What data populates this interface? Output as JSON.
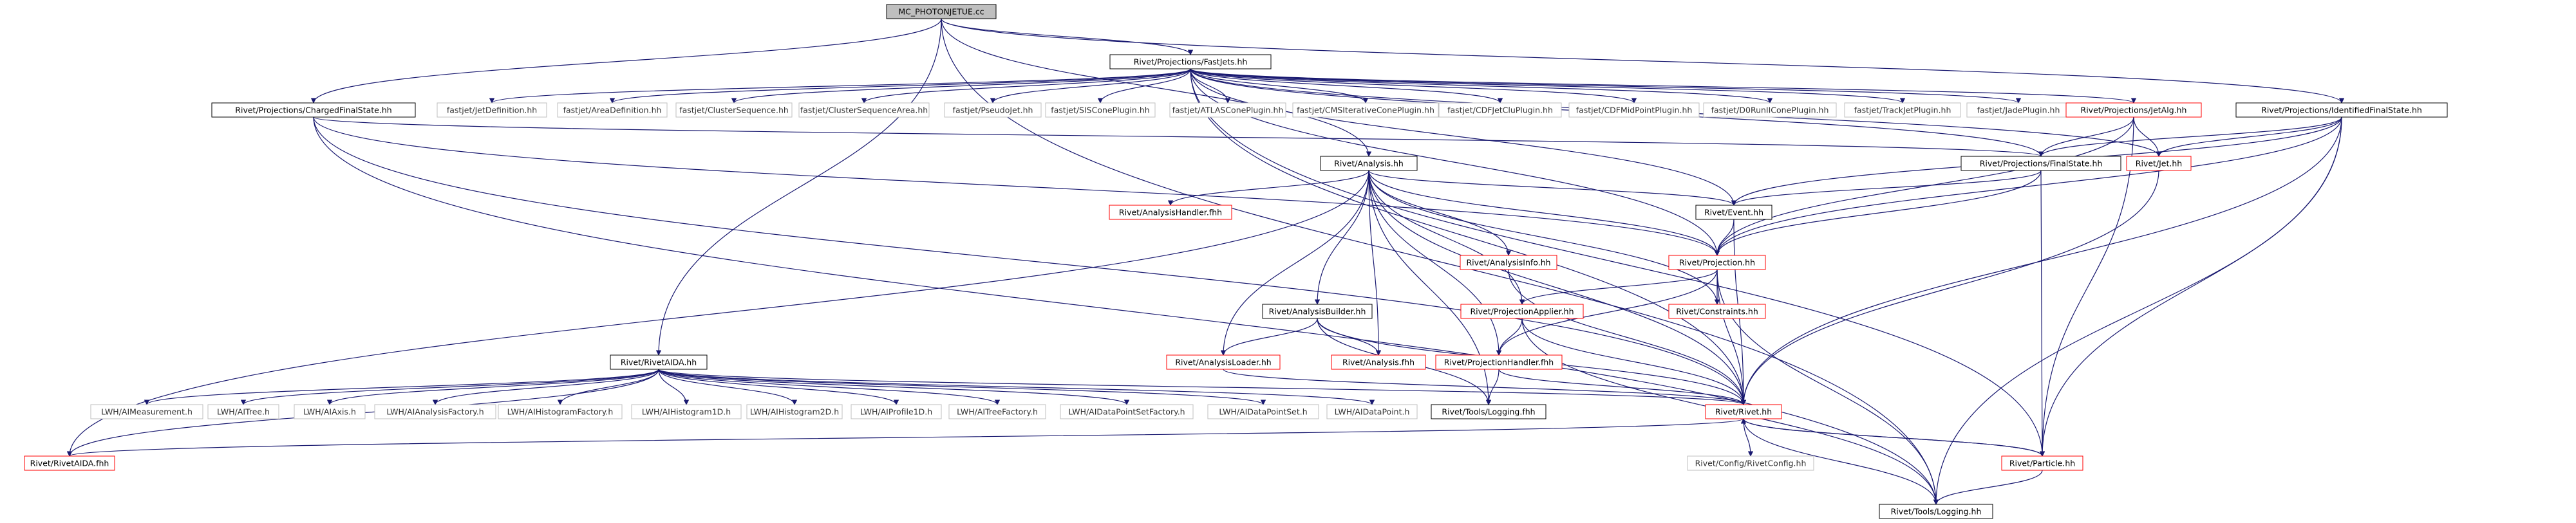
{
  "colors": {
    "edge": "#191970",
    "edge_dark": "#191970",
    "root_fill": "#bfbfbf",
    "box_black": "#000000",
    "box_red": "#ff0000",
    "box_gray": "#bfbfbf",
    "text": "#000000"
  },
  "nodes": {
    "root": {
      "label": "MC_PHOTONJETUE.cc",
      "style": "root"
    },
    "fastjets": {
      "label": "Rivet/Projections/FastJets.hh",
      "style": "black"
    },
    "chargedfs": {
      "label": "Rivet/Projections/ChargedFinalState.hh",
      "style": "black"
    },
    "jetdef": {
      "label": "fastjet/JetDefinition.hh",
      "style": "gray"
    },
    "areadef": {
      "label": "fastjet/AreaDefinition.hh",
      "style": "gray"
    },
    "clseq": {
      "label": "fastjet/ClusterSequence.hh",
      "style": "gray"
    },
    "clseqarea": {
      "label": "fastjet/ClusterSequenceArea.hh",
      "style": "gray"
    },
    "pseudojet": {
      "label": "fastjet/PseudoJet.hh",
      "style": "gray"
    },
    "siscone": {
      "label": "fastjet/SISConePlugin.hh",
      "style": "gray"
    },
    "atlascone": {
      "label": "fastjet/ATLASConePlugin.hh",
      "style": "gray"
    },
    "cmsiter": {
      "label": "fastjet/CMSIterativeConePlugin.hh",
      "style": "gray"
    },
    "cdfjetclu": {
      "label": "fastjet/CDFJetCluPlugin.hh",
      "style": "gray"
    },
    "cdfmid": {
      "label": "fastjet/CDFMidPointPlugin.hh",
      "style": "gray"
    },
    "d0run": {
      "label": "fastjet/D0RunIIConePlugin.hh",
      "style": "gray"
    },
    "trackjet": {
      "label": "fastjet/TrackJetPlugin.hh",
      "style": "gray"
    },
    "jade": {
      "label": "fastjet/JadePlugin.hh",
      "style": "gray"
    },
    "jetalg": {
      "label": "Rivet/Projections/JetAlg.hh",
      "style": "red"
    },
    "idfs": {
      "label": "Rivet/Projections/IdentifiedFinalState.hh",
      "style": "black"
    },
    "analysis": {
      "label": "Rivet/Analysis.hh",
      "style": "black"
    },
    "finalstate": {
      "label": "Rivet/Projections/FinalState.hh",
      "style": "black"
    },
    "jet": {
      "label": "Rivet/Jet.hh",
      "style": "red"
    },
    "analysishandler": {
      "label": "Rivet/AnalysisHandler.fhh",
      "style": "red"
    },
    "event": {
      "label": "Rivet/Event.hh",
      "style": "black"
    },
    "analysisinfo": {
      "label": "Rivet/AnalysisInfo.hh",
      "style": "red"
    },
    "projection": {
      "label": "Rivet/Projection.hh",
      "style": "red"
    },
    "constraints": {
      "label": "Rivet/Constraints.hh",
      "style": "red"
    },
    "analysisbuilder": {
      "label": "Rivet/AnalysisBuilder.hh",
      "style": "black"
    },
    "projapplier": {
      "label": "Rivet/ProjectionApplier.hh",
      "style": "red"
    },
    "analysisloader": {
      "label": "Rivet/AnalysisLoader.hh",
      "style": "red"
    },
    "analysisfhh": {
      "label": "Rivet/Analysis.fhh",
      "style": "red"
    },
    "projhandler": {
      "label": "Rivet/ProjectionHandler.fhh",
      "style": "red"
    },
    "rivetaida": {
      "label": "Rivet/RivetAIDA.hh",
      "style": "black"
    },
    "imeasurement": {
      "label": "LWH/AIMeasurement.h",
      "style": "gray"
    },
    "itree": {
      "label": "LWH/AITree.h",
      "style": "gray"
    },
    "iaxis": {
      "label": "LWH/AIAxis.h",
      "style": "gray"
    },
    "ianalysisfactory": {
      "label": "LWH/AIAnalysisFactory.h",
      "style": "gray"
    },
    "ihistfactory": {
      "label": "LWH/AIHistogramFactory.h",
      "style": "gray"
    },
    "ihist1d": {
      "label": "LWH/AIHistogram1D.h",
      "style": "gray"
    },
    "ihist2d": {
      "label": "LWH/AIHistogram2D.h",
      "style": "gray"
    },
    "iprofile1d": {
      "label": "LWH/AIProfile1D.h",
      "style": "gray"
    },
    "itreefactory": {
      "label": "LWH/AITreeFactory.h",
      "style": "gray"
    },
    "idpsfactory": {
      "label": "LWH/AIDataPointSetFactory.h",
      "style": "gray"
    },
    "idps": {
      "label": "LWH/AIDataPointSet.h",
      "style": "gray"
    },
    "idp": {
      "label": "LWH/AIDataPoint.h",
      "style": "gray"
    },
    "toolslogfhh": {
      "label": "Rivet/Tools/Logging.fhh",
      "style": "black"
    },
    "rivethh": {
      "label": "Rivet/Rivet.hh",
      "style": "red"
    },
    "rivetaidafhh": {
      "label": "Rivet/RivetAIDA.fhh",
      "style": "red"
    },
    "rivetconfig": {
      "label": "Rivet/Config/RivetConfig.hh",
      "style": "gray"
    },
    "particle": {
      "label": "Rivet/Particle.hh",
      "style": "red"
    },
    "toolslog": {
      "label": "Rivet/Tools/Logging.hh",
      "style": "black"
    }
  },
  "edges": [
    [
      "root",
      "fastjets"
    ],
    [
      "root",
      "chargedfs"
    ],
    [
      "root",
      "analysis"
    ],
    [
      "root",
      "rivetaida"
    ],
    [
      "root",
      "toolslog"
    ],
    [
      "root",
      "idfs"
    ],
    [
      "fastjets",
      "jetdef"
    ],
    [
      "fastjets",
      "areadef"
    ],
    [
      "fastjets",
      "clseq"
    ],
    [
      "fastjets",
      "clseqarea"
    ],
    [
      "fastjets",
      "pseudojet"
    ],
    [
      "fastjets",
      "siscone"
    ],
    [
      "fastjets",
      "atlascone"
    ],
    [
      "fastjets",
      "cmsiter"
    ],
    [
      "fastjets",
      "cdfjetclu"
    ],
    [
      "fastjets",
      "cdfmid"
    ],
    [
      "fastjets",
      "d0run"
    ],
    [
      "fastjets",
      "trackjet"
    ],
    [
      "fastjets",
      "jade"
    ],
    [
      "fastjets",
      "jetalg"
    ],
    [
      "fastjets",
      "rivethh"
    ],
    [
      "fastjets",
      "finalstate"
    ],
    [
      "fastjets",
      "projection"
    ],
    [
      "fastjets",
      "event"
    ],
    [
      "fastjets",
      "particle"
    ],
    [
      "fastjets",
      "jet"
    ],
    [
      "chargedfs",
      "finalstate"
    ],
    [
      "chargedfs",
      "projection"
    ],
    [
      "chargedfs",
      "rivethh"
    ],
    [
      "chargedfs",
      "toolslog"
    ],
    [
      "jetalg",
      "jet"
    ],
    [
      "jetalg",
      "finalstate"
    ],
    [
      "jetalg",
      "projection"
    ],
    [
      "jetalg",
      "particle"
    ],
    [
      "idfs",
      "finalstate"
    ],
    [
      "idfs",
      "jet"
    ],
    [
      "idfs",
      "event"
    ],
    [
      "idfs",
      "projection"
    ],
    [
      "idfs",
      "rivethh"
    ],
    [
      "idfs",
      "particle"
    ],
    [
      "idfs",
      "toolslog"
    ],
    [
      "analysis",
      "analysishandler"
    ],
    [
      "analysis",
      "event"
    ],
    [
      "analysis",
      "projection"
    ],
    [
      "analysis",
      "analysisinfo"
    ],
    [
      "analysis",
      "constraints"
    ],
    [
      "analysis",
      "analysisbuilder"
    ],
    [
      "analysis",
      "projapplier"
    ],
    [
      "analysis",
      "analysisloader"
    ],
    [
      "analysis",
      "analysisfhh"
    ],
    [
      "analysis",
      "projhandler"
    ],
    [
      "analysis",
      "rivethh"
    ],
    [
      "analysis",
      "rivetaidafhh"
    ],
    [
      "analysis",
      "toolslogfhh"
    ],
    [
      "finalstate",
      "event"
    ],
    [
      "finalstate",
      "projection"
    ],
    [
      "finalstate",
      "particle"
    ],
    [
      "jet",
      "rivethh"
    ],
    [
      "event",
      "projection"
    ],
    [
      "event",
      "rivethh"
    ],
    [
      "analysisinfo",
      "rivethh"
    ],
    [
      "projection",
      "rivethh"
    ],
    [
      "projection",
      "constraints"
    ],
    [
      "projection",
      "projapplier"
    ],
    [
      "projection",
      "projhandler"
    ],
    [
      "projection",
      "toolslog"
    ],
    [
      "analysisbuilder",
      "analysisloader"
    ],
    [
      "analysisbuilder",
      "analysisfhh"
    ],
    [
      "analysisbuilder",
      "rivethh"
    ],
    [
      "analysisbuilder",
      "toolslogfhh"
    ],
    [
      "projapplier",
      "projhandler"
    ],
    [
      "projapplier",
      "rivethh"
    ],
    [
      "projapplier",
      "toolslog"
    ],
    [
      "analysisloader",
      "rivethh"
    ],
    [
      "projhandler",
      "rivethh"
    ],
    [
      "projhandler",
      "toolslogfhh"
    ],
    [
      "rivetaida",
      "imeasurement"
    ],
    [
      "rivetaida",
      "itree"
    ],
    [
      "rivetaida",
      "iaxis"
    ],
    [
      "rivetaida",
      "ianalysisfactory"
    ],
    [
      "rivetaida",
      "ihistfactory"
    ],
    [
      "rivetaida",
      "ihist1d"
    ],
    [
      "rivetaida",
      "ihist2d"
    ],
    [
      "rivetaida",
      "iprofile1d"
    ],
    [
      "rivetaida",
      "itreefactory"
    ],
    [
      "rivetaida",
      "idpsfactory"
    ],
    [
      "rivetaida",
      "idps"
    ],
    [
      "rivetaida",
      "idp"
    ],
    [
      "rivetaida",
      "rivethh"
    ],
    [
      "rivetaida",
      "rivetaidafhh"
    ],
    [
      "rivethh",
      "rivetaidafhh"
    ],
    [
      "rivethh",
      "rivetconfig"
    ],
    [
      "rivethh",
      "particle"
    ],
    [
      "particle",
      "rivethh"
    ],
    [
      "particle",
      "toolslog"
    ],
    [
      "toolslog",
      "rivethh"
    ]
  ]
}
